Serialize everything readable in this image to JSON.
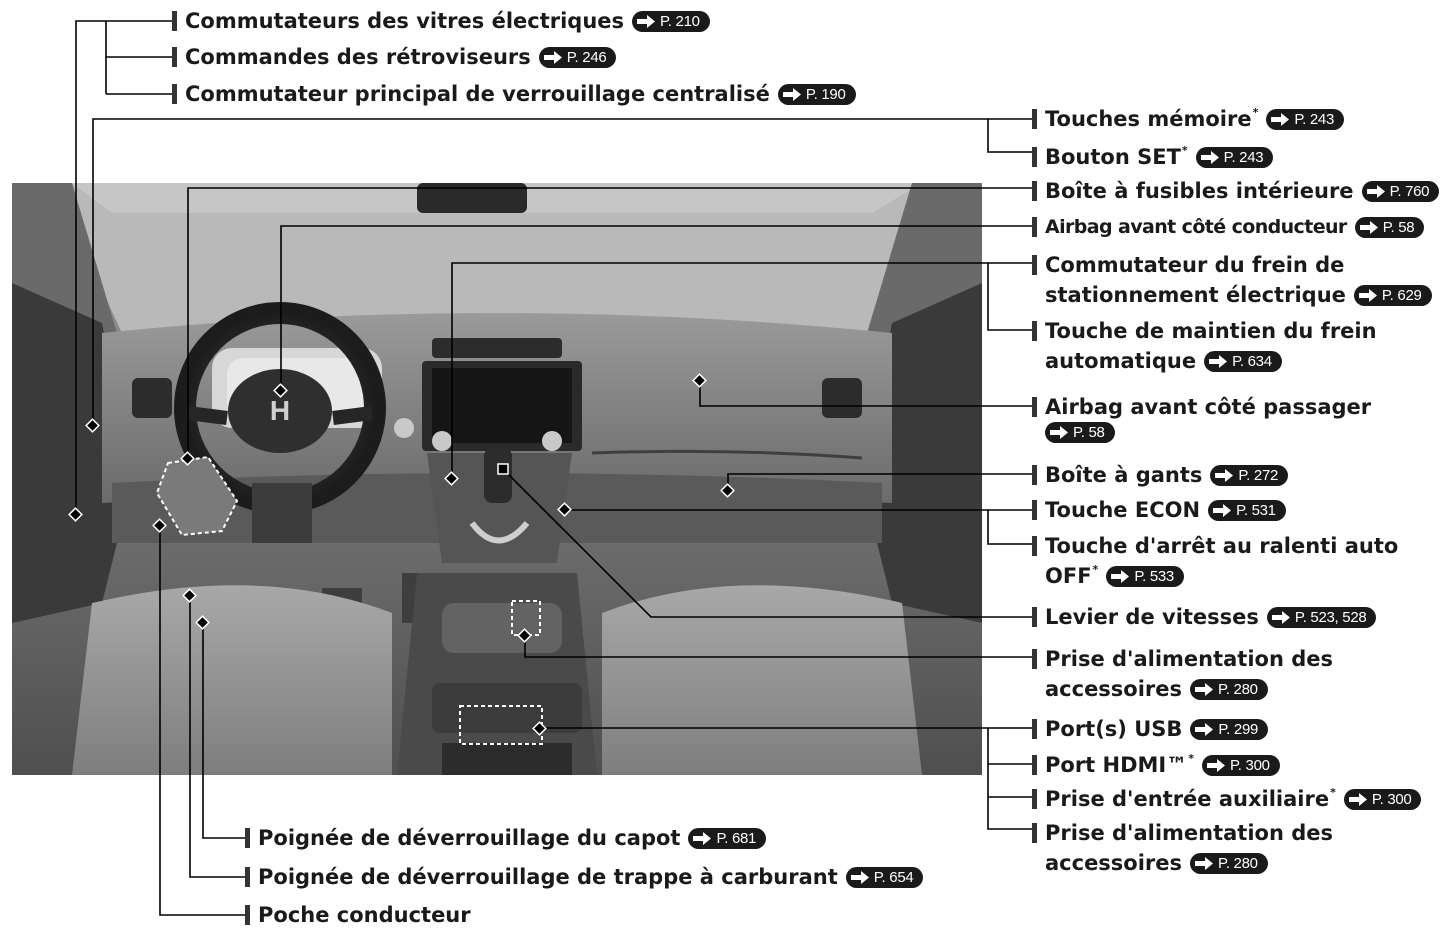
{
  "labels": {
    "vitres": {
      "text": "Commutateurs des vitres électriques",
      "ref": "P. 210"
    },
    "retro": {
      "text": "Commandes des rétroviseurs",
      "ref": "P. 246"
    },
    "verrou": {
      "text": "Commutateur principal de verrouillage centralisé",
      "ref": "P. 190"
    },
    "memoire": {
      "text": "Touches mémoire",
      "star": "*",
      "ref": "P. 243"
    },
    "set": {
      "text": "Bouton SET",
      "star": "*",
      "ref": "P. 243"
    },
    "fusibles": {
      "text": "Boîte à fusibles intérieure",
      "ref": "P. 760"
    },
    "airbag_cond": {
      "text": "Airbag avant côté conducteur",
      "ref": "P. 58"
    },
    "frein_elec": {
      "line1": "Commutateur du frein de",
      "line2": "stationnement électrique",
      "ref": "P. 629"
    },
    "maintien": {
      "line1": "Touche de maintien du frein",
      "line2": "automatique",
      "ref": "P. 634"
    },
    "airbag_pass": {
      "line1": "Airbag avant côté passager",
      "ref": "P. 58"
    },
    "gants": {
      "text": "Boîte à gants",
      "ref": "P. 272"
    },
    "econ": {
      "text": "Touche ECON",
      "ref": "P. 531"
    },
    "ralenti": {
      "line1": "Touche d'arrêt au ralenti auto",
      "line2": "OFF",
      "star": "*",
      "ref": "P. 533"
    },
    "levier": {
      "text": "Levier de vitesses",
      "ref": "P. 523, 528"
    },
    "prise1": {
      "line1": "Prise d'alimentation des",
      "line2": "accessoires",
      "ref": "P. 280"
    },
    "usb": {
      "text": "Port(s) USB",
      "ref": "P. 299"
    },
    "hdmi": {
      "text": "Port HDMI™",
      "star": "*",
      "ref": "P. 300"
    },
    "aux": {
      "text": "Prise d'entrée auxiliaire",
      "star": "*",
      "ref": "P. 300"
    },
    "prise2": {
      "line1": "Prise d'alimentation des",
      "line2": "accessoires",
      "ref": "P. 280"
    },
    "capot": {
      "text": "Poignée de déverrouillage du capot",
      "ref": "P. 681"
    },
    "carburant": {
      "text": "Poignée de déverrouillage de trappe à carburant",
      "ref": "P. 654"
    },
    "poche": {
      "text": "Poche conducteur"
    }
  },
  "icons": {
    "ref_arrow": "right-arrow-icon",
    "logo": "honda-h-logo"
  },
  "colors": {
    "leader": "#000000",
    "badge": "#1a1a1a",
    "label": "#1a1a1a"
  }
}
